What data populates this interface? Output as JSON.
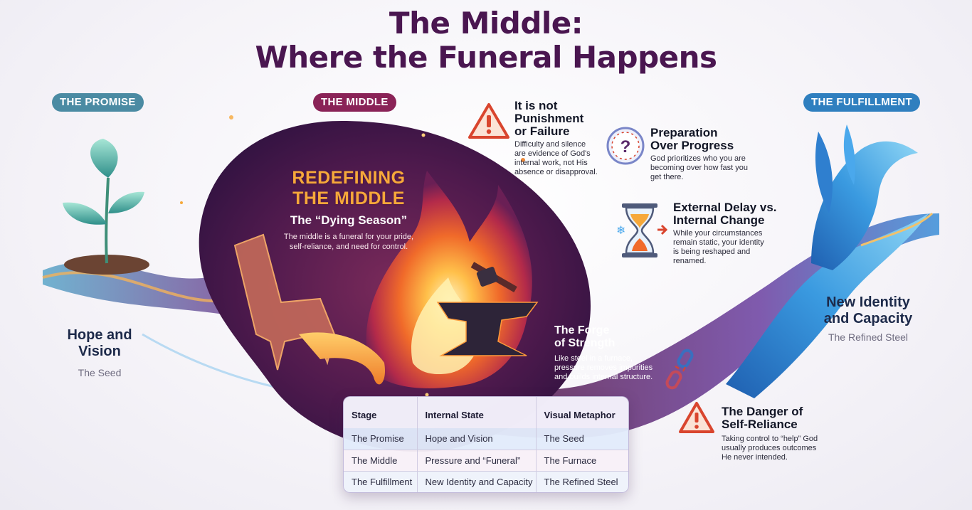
{
  "title": {
    "line1": "The Middle:",
    "line2": "Where the Funeral Happens"
  },
  "pills": {
    "promise": "THE PROMISE",
    "middle": "THE MIDDLE",
    "fulfillment": "THE FULFILLMENT"
  },
  "promise": {
    "title_line1": "Hope and",
    "title_line2": "Vision",
    "subtitle": "The Seed"
  },
  "fulfillment": {
    "title_line1": "New Identity",
    "title_line2": "and Capacity",
    "subtitle": "The Refined Steel"
  },
  "middle": {
    "redefining_line1": "REDEFINING",
    "redefining_line2": "THE MIDDLE",
    "dying_title": "The “Dying Season”",
    "dying_body_line1": "The middle is a funeral for your pride,",
    "dying_body_line2": "self-reliance, and need for control.",
    "forge_title_line1": "The Forge",
    "forge_title_line2": "of Strength",
    "forge_body_line1": "Like steel in a furnace,",
    "forge_body_line2": "pressure removes impurities",
    "forge_body_line3": "and builds internal structure."
  },
  "callouts": {
    "not_punishment": {
      "title_line1": "It is not",
      "title_line2": "Punishment",
      "title_line3": "or Failure",
      "body_line1": "Difficulty and silence",
      "body_line2": "are evidence of God's",
      "body_line3": "internal work, not His",
      "body_line4": "absence or disapproval.",
      "icon": "warning-triangle"
    },
    "preparation": {
      "title_line1": "Preparation",
      "title_line2": "Over Progress",
      "body_line1": "God prioritizes who you are",
      "body_line2": "becoming over how fast you",
      "body_line3": "get there.",
      "icon": "clock-question"
    },
    "external_delay": {
      "title_line1": "External Delay vs.",
      "title_line2": "Internal Change",
      "body_line1": "While your circumstances",
      "body_line2": "remain static, your identity",
      "body_line3": "is being reshaped and",
      "body_line4": "renamed.",
      "icon": "hourglass"
    },
    "danger": {
      "title_line1": "The Danger of",
      "title_line2": "Self-Reliance",
      "body_line1": "Taking control to “help” God",
      "body_line2": "usually produces outcomes",
      "body_line3": "He never intended.",
      "icon": "warning-triangle"
    }
  },
  "table": {
    "headers": [
      "Stage",
      "Internal State",
      "Visual Metaphor"
    ],
    "rows": [
      [
        "The Promise",
        "Hope and Vision",
        "The Seed"
      ],
      [
        "The Middle",
        "Pressure and “Funeral”",
        "The Furnace"
      ],
      [
        "The Fulfillment",
        "New Identity and Capacity",
        "The Refined Steel"
      ]
    ]
  },
  "colors": {
    "title": "#4a1650",
    "accent_orange": "#f6a83a",
    "flame_purple": "#6a2260",
    "wing_blue": "#2f7fbf",
    "sprout_teal": "#4fb3a8",
    "warning_red": "#d9452e"
  }
}
